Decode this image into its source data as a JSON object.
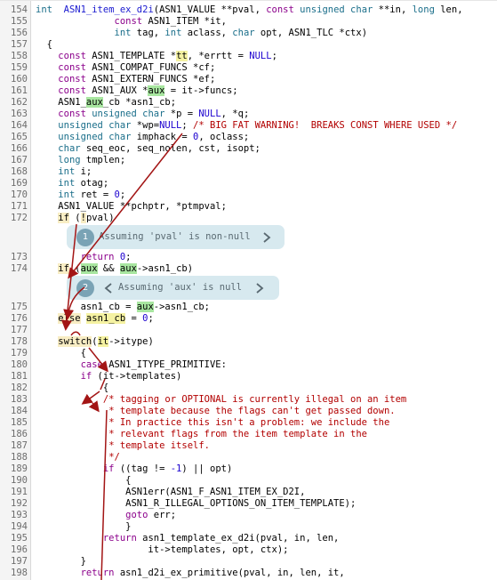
{
  "lines": [
    {
      "no": "154",
      "parts": [
        [
          "ty",
          "int"
        ],
        [
          "",
          "  "
        ],
        [
          "fn",
          "ASN1_item_ex_d2i"
        ],
        [
          "",
          "(ASN1_VALUE **pval, "
        ],
        [
          "kw",
          "const"
        ],
        [
          "",
          " "
        ],
        [
          "ty",
          "unsigned char"
        ],
        [
          "",
          " **in, "
        ],
        [
          "ty",
          "long"
        ],
        [
          "",
          " len,"
        ]
      ]
    },
    {
      "no": "155",
      "parts": [
        [
          "",
          "              "
        ],
        [
          "kw",
          "const"
        ],
        [
          "",
          " ASN1_ITEM *it,"
        ]
      ]
    },
    {
      "no": "156",
      "parts": [
        [
          "",
          "              "
        ],
        [
          "ty",
          "int"
        ],
        [
          "",
          " tag, "
        ],
        [
          "ty",
          "int"
        ],
        [
          "",
          " aclass, "
        ],
        [
          "ty",
          "char"
        ],
        [
          "",
          " opt, ASN1_TLC *ctx)"
        ]
      ]
    },
    {
      "no": "157",
      "parts": [
        [
          "",
          "  {"
        ]
      ]
    },
    {
      "no": "158",
      "parts": [
        [
          "",
          "    "
        ],
        [
          "kw",
          "const"
        ],
        [
          "",
          " ASN1_TEMPLATE *"
        ],
        [
          "hl-y",
          "tt"
        ],
        [
          "",
          ", *errtt = "
        ],
        [
          "nm",
          "NULL"
        ],
        [
          "",
          ";"
        ]
      ]
    },
    {
      "no": "159",
      "parts": [
        [
          "",
          "    "
        ],
        [
          "kw",
          "const"
        ],
        [
          "",
          " ASN1_COMPAT_FUNCS *cf;"
        ]
      ]
    },
    {
      "no": "160",
      "parts": [
        [
          "",
          "    "
        ],
        [
          "kw",
          "const"
        ],
        [
          "",
          " ASN1_EXTERN_FUNCS *ef;"
        ]
      ]
    },
    {
      "no": "161",
      "parts": [
        [
          "",
          "    "
        ],
        [
          "kw",
          "const"
        ],
        [
          "",
          " ASN1_AUX *"
        ],
        [
          "hl-g",
          "aux"
        ],
        [
          "",
          " = it->funcs;"
        ]
      ]
    },
    {
      "no": "162",
      "parts": [
        [
          "",
          "    ASN1_"
        ],
        [
          "hl-g",
          "aux"
        ],
        [
          "",
          "_cb *asn1_cb;"
        ]
      ]
    },
    {
      "no": "163",
      "parts": [
        [
          "",
          "    "
        ],
        [
          "kw",
          "const"
        ],
        [
          "",
          " "
        ],
        [
          "ty",
          "unsigned char"
        ],
        [
          "",
          " *p = "
        ],
        [
          "nm",
          "NULL"
        ],
        [
          "",
          ", *q;"
        ]
      ]
    },
    {
      "no": "164",
      "parts": [
        [
          "",
          "    "
        ],
        [
          "ty",
          "unsigned char"
        ],
        [
          "",
          " *wp="
        ],
        [
          "nm",
          "NULL"
        ],
        [
          "",
          "; "
        ],
        [
          "cm",
          "/* BIG FAT WARNING!  BREAKS CONST WHERE USED */"
        ]
      ]
    },
    {
      "no": "165",
      "parts": [
        [
          "",
          "    "
        ],
        [
          "ty",
          "unsigned char"
        ],
        [
          "",
          " imphack = "
        ],
        [
          "nm",
          "0"
        ],
        [
          "",
          ", oclass;"
        ]
      ]
    },
    {
      "no": "166",
      "parts": [
        [
          "",
          "    "
        ],
        [
          "ty",
          "char"
        ],
        [
          "",
          " seq_eoc, seq_nolen, cst, isopt;"
        ]
      ]
    },
    {
      "no": "167",
      "parts": [
        [
          "",
          "    "
        ],
        [
          "ty",
          "long"
        ],
        [
          "",
          " tmplen;"
        ]
      ]
    },
    {
      "no": "168",
      "parts": [
        [
          "",
          "    "
        ],
        [
          "ty",
          "int"
        ],
        [
          "",
          " i;"
        ]
      ]
    },
    {
      "no": "169",
      "parts": [
        [
          "",
          "    "
        ],
        [
          "ty",
          "int"
        ],
        [
          "",
          " otag;"
        ]
      ]
    },
    {
      "no": "170",
      "parts": [
        [
          "",
          "    "
        ],
        [
          "ty",
          "int"
        ],
        [
          "",
          " ret = "
        ],
        [
          "nm",
          "0"
        ],
        [
          "",
          ";"
        ]
      ]
    },
    {
      "no": "171",
      "parts": [
        [
          "",
          "    ASN1_VALUE **pchptr, *ptmpval;"
        ]
      ]
    },
    {
      "no": "172",
      "parts": [
        [
          "",
          "    "
        ],
        [
          "hl-o",
          "if"
        ],
        [
          "",
          " ("
        ],
        [
          "hl-o",
          "!"
        ],
        [
          "",
          "pval)"
        ]
      ]
    },
    {
      "no": "173",
      "parts": [
        [
          "",
          "        "
        ],
        [
          "kw",
          "return"
        ],
        [
          "",
          " "
        ],
        [
          "nm",
          "0"
        ],
        [
          "",
          ";"
        ]
      ]
    },
    {
      "no": "174",
      "parts": [
        [
          "",
          "    "
        ],
        [
          "hl-o",
          "if"
        ],
        [
          "",
          " ("
        ],
        [
          "hl-g",
          "aux"
        ],
        [
          "",
          " && "
        ],
        [
          "hl-g",
          "aux"
        ],
        [
          "",
          "->asn1_cb)"
        ]
      ]
    },
    {
      "no": "175",
      "parts": [
        [
          "",
          "        asn1_cb = "
        ],
        [
          "hl-g",
          "aux"
        ],
        [
          "",
          "->asn1_cb;"
        ]
      ]
    },
    {
      "no": "176",
      "parts": [
        [
          "",
          "    "
        ],
        [
          "hl-o",
          "else"
        ],
        [
          "",
          " "
        ],
        [
          "hl-y",
          "asn1_cb"
        ],
        [
          "",
          " = "
        ],
        [
          "nm",
          "0"
        ],
        [
          "",
          ";"
        ]
      ]
    },
    {
      "no": "177",
      "parts": [
        [
          "",
          ""
        ]
      ]
    },
    {
      "no": "178",
      "parts": [
        [
          "",
          "    "
        ],
        [
          "hl-o",
          "switch"
        ],
        [
          "",
          "("
        ],
        [
          "hl-y",
          "it"
        ],
        [
          "",
          "->itype)"
        ]
      ]
    },
    {
      "no": "179",
      "parts": [
        [
          "",
          "        {"
        ]
      ]
    },
    {
      "no": "180",
      "parts": [
        [
          "",
          "        "
        ],
        [
          "kw",
          "case"
        ],
        [
          "",
          " ASN1_ITYPE_PRIMITIVE:"
        ]
      ]
    },
    {
      "no": "181",
      "parts": [
        [
          "",
          "        "
        ],
        [
          "kw",
          "if"
        ],
        [
          "",
          " (it->templates)"
        ]
      ]
    },
    {
      "no": "182",
      "parts": [
        [
          "",
          "            {"
        ]
      ]
    },
    {
      "no": "183",
      "parts": [
        [
          "",
          "            "
        ],
        [
          "cm",
          "/* tagging or OPTIONAL is currently illegal on an item"
        ]
      ]
    },
    {
      "no": "184",
      "parts": [
        [
          "",
          "             "
        ],
        [
          "cm",
          "* template because the flags can't get passed down."
        ]
      ]
    },
    {
      "no": "185",
      "parts": [
        [
          "",
          "             "
        ],
        [
          "cm",
          "* In practice this isn't a problem: we include the"
        ]
      ]
    },
    {
      "no": "186",
      "parts": [
        [
          "",
          "             "
        ],
        [
          "cm",
          "* relevant flags from the item template in the"
        ]
      ]
    },
    {
      "no": "187",
      "parts": [
        [
          "",
          "             "
        ],
        [
          "cm",
          "* template itself."
        ]
      ]
    },
    {
      "no": "188",
      "parts": [
        [
          "",
          "             "
        ],
        [
          "cm",
          "*/"
        ]
      ]
    },
    {
      "no": "189",
      "parts": [
        [
          "",
          "            "
        ],
        [
          "kw",
          "if"
        ],
        [
          "",
          " ((tag != "
        ],
        [
          "nm",
          "-1"
        ],
        [
          "",
          ") || opt)"
        ]
      ]
    },
    {
      "no": "190",
      "parts": [
        [
          "",
          "                {"
        ]
      ]
    },
    {
      "no": "191",
      "parts": [
        [
          "",
          "                ASN1err(ASN1_F_ASN1_ITEM_EX_D2I,"
        ]
      ]
    },
    {
      "no": "192",
      "parts": [
        [
          "",
          "                ASN1_R_ILLEGAL_OPTIONS_ON_ITEM_TEMPLATE);"
        ]
      ]
    },
    {
      "no": "193",
      "parts": [
        [
          "",
          "                "
        ],
        [
          "kw",
          "goto"
        ],
        [
          "",
          " err;"
        ]
      ]
    },
    {
      "no": "194",
      "parts": [
        [
          "",
          "                }"
        ]
      ]
    },
    {
      "no": "195",
      "parts": [
        [
          "",
          "            "
        ],
        [
          "kw",
          "return"
        ],
        [
          "",
          " asn1_template_ex_d2i(pval, in, len,"
        ]
      ]
    },
    {
      "no": "196",
      "parts": [
        [
          "",
          "                    it->templates, opt, ctx);"
        ]
      ]
    },
    {
      "no": "197",
      "parts": [
        [
          "",
          "        }"
        ]
      ]
    },
    {
      "no": "198",
      "parts": [
        [
          "",
          "        "
        ],
        [
          "kw",
          "return"
        ],
        [
          "",
          " asn1_d2i_ex_primitive(pval, in, len, it,"
        ]
      ]
    }
  ],
  "notes": [
    {
      "num": "1",
      "text": "Assuming 'pval' is non-null"
    },
    {
      "num": "2",
      "text": "Assuming 'aux' is null"
    }
  ],
  "colors": {
    "arrow": "#a31515",
    "note_bg": "#d7e9ef",
    "badge": "#7aa3b5"
  }
}
